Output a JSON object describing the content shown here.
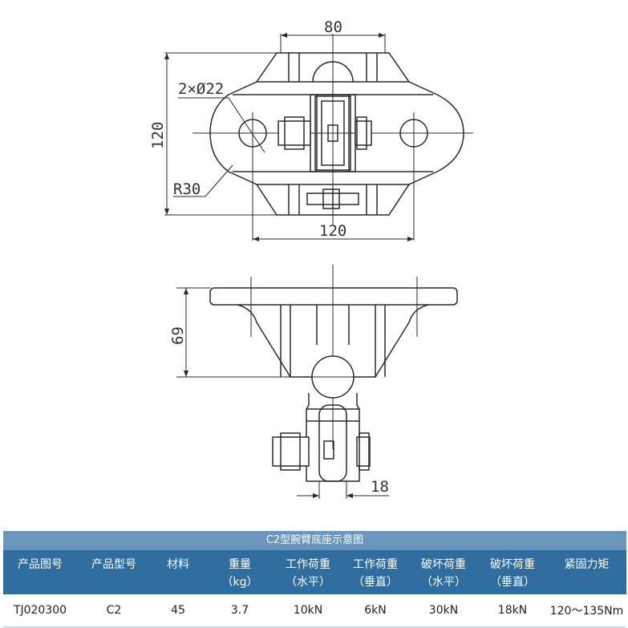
{
  "drawing": {
    "top_view": {
      "dim_width": "80",
      "dim_holes": "2×Ø22",
      "dim_height": "120",
      "dim_radius": "R30",
      "dim_length": "120"
    },
    "side_view": {
      "dim_height": "69",
      "dim_thickness": "18"
    }
  },
  "table": {
    "caption": "C2型腕臂底座示意图",
    "headers": [
      [
        "产品图号"
      ],
      [
        "产品型号"
      ],
      [
        "材料"
      ],
      [
        "重量",
        "（kg）"
      ],
      [
        "工作荷重",
        "（水平）"
      ],
      [
        "工作荷重",
        "（垂直）"
      ],
      [
        "破坏荷重",
        "（水平）"
      ],
      [
        "破坏荷重",
        "（垂直）"
      ],
      [
        "紧固力矩"
      ]
    ],
    "rows": [
      [
        "TJ020300",
        "C2",
        "45",
        "3.7",
        "10kN",
        "6kN",
        "30kN",
        "18kN",
        "120～135Nm"
      ]
    ]
  }
}
